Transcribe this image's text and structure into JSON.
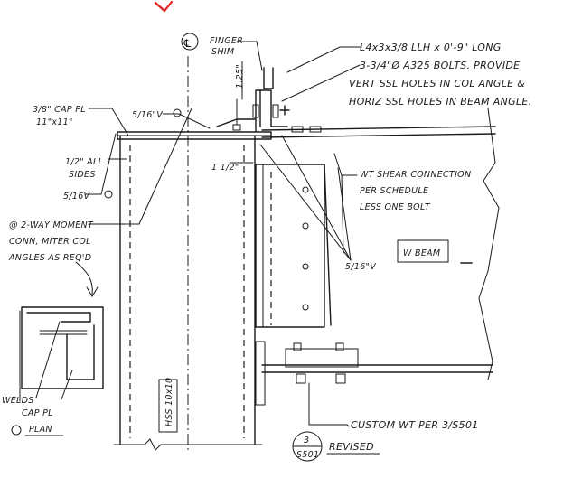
{
  "colors": {
    "ink": "#1a1a1a",
    "accent": "#e0201f",
    "paper": "#ffffff"
  },
  "labels": {
    "centerline": "℄",
    "finger_shim_1": "FINGER",
    "finger_shim_2": "SHIM",
    "dim_125": "1.25\"",
    "angle_line1": "L4x3x3/8 LLH x 0'-9\" LONG",
    "angle_line2": "3-3/4\"Ø A325 BOLTS. PROVIDE",
    "angle_line3": "VERT SSL HOLES IN COL ANGLE &",
    "angle_line4": "HORIZ SSL HOLES IN BEAM ANGLE.",
    "cap_pl_1": "3/8\" CAP PL",
    "cap_pl_2": "11\"x11\"",
    "weld_top": "5/16\"V",
    "all_sides_1": "1/2\" ALL",
    "all_sides_2": "SIDES",
    "weld_side": "5/16V",
    "dim_112": "1 1/2\"",
    "moment_1": "@ 2-WAY MOMENT",
    "moment_2": "CONN, MITER COL",
    "moment_3": "ANGLES AS REQ'D",
    "wt_shear_1": "WT SHEAR CONNECTION",
    "wt_shear_2": "PER SCHEDULE",
    "wt_shear_3": "LESS ONE BOLT",
    "weld_beam": "5/16\"V",
    "beam_tag": "W BEAM",
    "hss_label": "HSS 10x10",
    "welds": "WELDS",
    "cap_pl_plan": "CAP PL",
    "plan": "PLAN",
    "custom_wt": "CUSTOM WT PER 3/S501",
    "detail_num": "3",
    "detail_sheet": "S501",
    "revised": "REVISED"
  }
}
